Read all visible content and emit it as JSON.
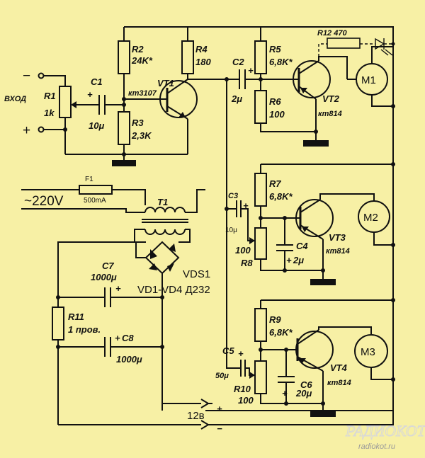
{
  "input": {
    "label": "ВХОД",
    "minus": "−",
    "plus": "+"
  },
  "r1": {
    "ref": "R1",
    "value": "1k"
  },
  "c1": {
    "ref": "C1",
    "value": "10μ",
    "polarity": "+"
  },
  "r2": {
    "ref": "R2",
    "value": "24K*"
  },
  "r3": {
    "ref": "R3",
    "value": "2,3K"
  },
  "r4": {
    "ref": "R4",
    "value": "180"
  },
  "vt1": {
    "ref": "VT1",
    "type": "кт3107"
  },
  "c2": {
    "ref": "C2",
    "value": "2μ",
    "polarity": "+"
  },
  "r5": {
    "ref": "R5",
    "value": "6,8K*"
  },
  "r6": {
    "ref": "R6",
    "value": "100"
  },
  "vt2": {
    "ref": "VT2",
    "type": "кт814"
  },
  "r12": {
    "ref": "R12 470"
  },
  "m1": {
    "ref": "M1"
  },
  "mains": {
    "voltage": "~220V"
  },
  "f1": {
    "ref": "F1",
    "value": "500mA"
  },
  "t1": {
    "ref": "T1"
  },
  "c3": {
    "ref": "C3",
    "value": "10μ",
    "polarity": "+"
  },
  "r7": {
    "ref": "R7",
    "value": "6,8K*"
  },
  "r8": {
    "ref": "R8",
    "value": "100"
  },
  "c4": {
    "ref": "C4",
    "value": "2μ",
    "polarity": "+"
  },
  "vt3": {
    "ref": "VT3",
    "type": "кт814"
  },
  "m2": {
    "ref": "M2"
  },
  "vds1": {
    "ref": "VDS1",
    "desc": "VD1-VD4 Д232"
  },
  "c7": {
    "ref": "C7",
    "value": "1000μ",
    "polarity": "+"
  },
  "r11": {
    "ref": "R11",
    "value": "1 пров."
  },
  "c8": {
    "ref": "C8",
    "value": "1000μ",
    "polarity": "+"
  },
  "c5": {
    "ref": "C5",
    "value": "50μ",
    "polarity": "+"
  },
  "r9": {
    "ref": "R9",
    "value": "6,8K*"
  },
  "r10": {
    "ref": "R10",
    "value": "100"
  },
  "c6": {
    "ref": "C6",
    "value": "20μ",
    "polarity": "+"
  },
  "vt4": {
    "ref": "VT4",
    "type": "кт814"
  },
  "m3": {
    "ref": "M3"
  },
  "output": {
    "voltage": "12в",
    "plus": "+",
    "minus": "−"
  },
  "watermark": {
    "site": "radiokot.ru",
    "logo": "РАДИОКОТ"
  },
  "colors": {
    "background": "#f7f0a5",
    "ink": "#111111"
  }
}
